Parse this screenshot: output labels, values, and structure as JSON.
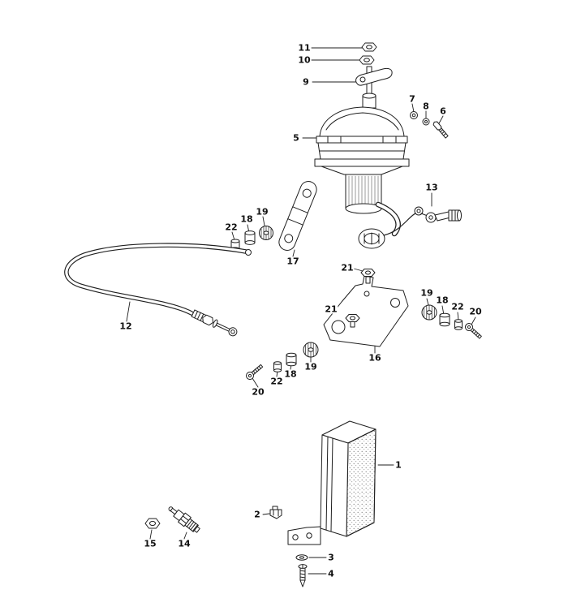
{
  "figure": {
    "type": "exploded-parts-diagram",
    "background": "#ffffff",
    "line_color": "#1f1f1f",
    "callouts": [
      {
        "label": "11"
      },
      {
        "label": "10"
      },
      {
        "label": "9"
      },
      {
        "label": "7"
      },
      {
        "label": "8"
      },
      {
        "label": "6"
      },
      {
        "label": "5"
      },
      {
        "label": "13"
      },
      {
        "label": "22"
      },
      {
        "label": "18"
      },
      {
        "label": "19"
      },
      {
        "label": "17"
      },
      {
        "label": "21"
      },
      {
        "label": "12"
      },
      {
        "label": "21"
      },
      {
        "label": "16"
      },
      {
        "label": "19"
      },
      {
        "label": "18"
      },
      {
        "label": "22"
      },
      {
        "label": "20"
      },
      {
        "label": "20"
      },
      {
        "label": "22"
      },
      {
        "label": "18"
      },
      {
        "label": "19"
      },
      {
        "label": "1"
      },
      {
        "label": "2"
      },
      {
        "label": "15"
      },
      {
        "label": "14"
      },
      {
        "label": "3"
      },
      {
        "label": "4"
      }
    ],
    "part_numbers_visible": [
      "1",
      "2",
      "3",
      "4",
      "5",
      "6",
      "7",
      "8",
      "9",
      "10",
      "11",
      "12",
      "13",
      "14",
      "15",
      "16",
      "17",
      "18",
      "19",
      "20",
      "21",
      "22"
    ]
  }
}
